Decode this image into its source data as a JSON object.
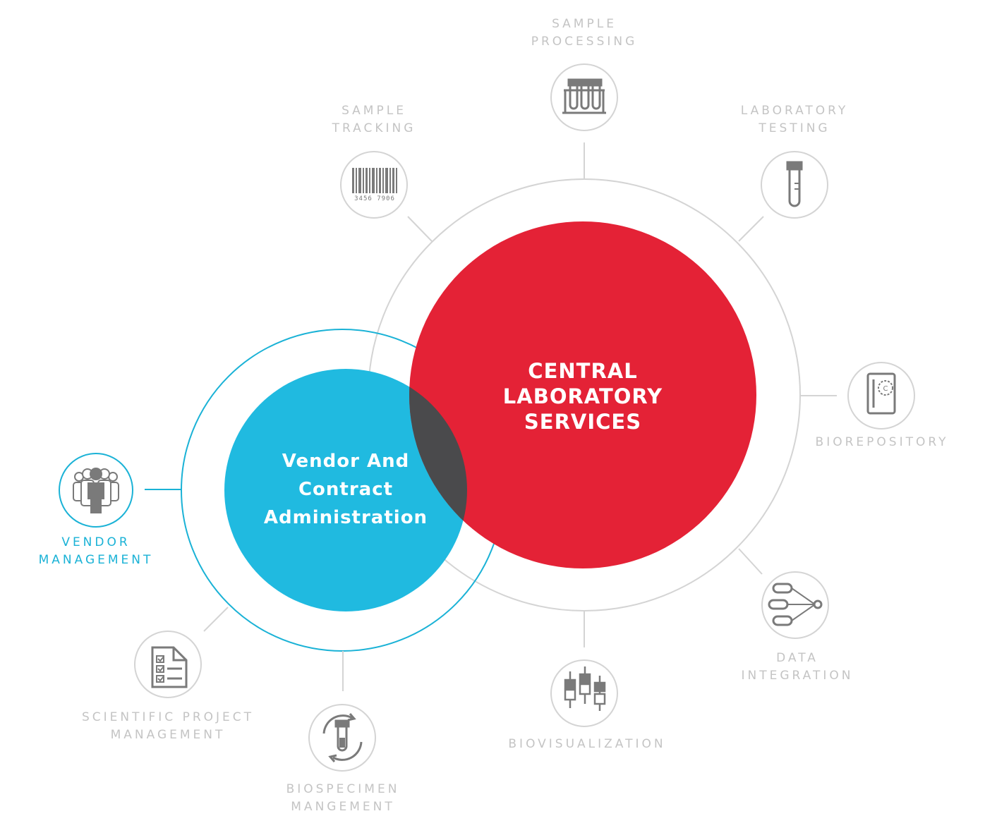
{
  "colors": {
    "red": "#e42236",
    "blue": "#20bae0",
    "overlap": "#4a4a4c",
    "ring_gray": "#d4d4d4",
    "ring_blue": "#1ab2d6",
    "icon_gray": "#7a7a7a",
    "label_gray": "#c4c4c4",
    "label_blue": "#1ab2d6"
  },
  "main_circles": {
    "central": {
      "lines": [
        "CENTRAL",
        "LABORATORY",
        "SERVICES"
      ]
    },
    "vendor": {
      "lines": [
        "Vendor And",
        "Contract",
        "Administration"
      ]
    }
  },
  "nodes": [
    {
      "id": "sample-processing",
      "lines": [
        "SAMPLE",
        "PROCESSING"
      ],
      "icon": "test-tube-rack-icon",
      "highlight": false
    },
    {
      "id": "sample-tracking",
      "lines": [
        "SAMPLE",
        "TRACKING"
      ],
      "icon": "barcode-icon",
      "barcode_text": "3456 7906",
      "highlight": false
    },
    {
      "id": "laboratory-testing",
      "lines": [
        "LABORATORY",
        "TESTING"
      ],
      "icon": "test-tube-icon",
      "highlight": false
    },
    {
      "id": "biorepository",
      "lines": [
        "BIOREPOSITORY"
      ],
      "icon": "freezer-icon",
      "icon_letter": "C",
      "highlight": false
    },
    {
      "id": "data-integration",
      "lines": [
        "DATA",
        "INTEGRATION"
      ],
      "icon": "data-merge-icon",
      "highlight": false
    },
    {
      "id": "biovisualization",
      "lines": [
        "BIOVISUALIZATION"
      ],
      "icon": "candlestick-icon",
      "highlight": false
    },
    {
      "id": "biospecimen",
      "lines": [
        "BIOSPECIMEN",
        "MANGEMENT"
      ],
      "icon": "tube-cycle-icon",
      "highlight": false
    },
    {
      "id": "scientific-project",
      "lines": [
        "SCIENTIFIC PROJECT",
        "MANAGEMENT"
      ],
      "icon": "checklist-icon",
      "highlight": false
    },
    {
      "id": "vendor-management",
      "lines": [
        "VENDOR",
        "MANAGEMENT"
      ],
      "icon": "people-group-icon",
      "highlight": true
    }
  ]
}
